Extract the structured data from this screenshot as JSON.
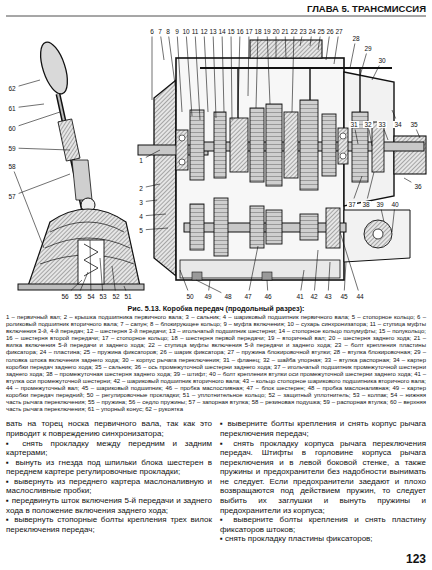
{
  "diagram": {
    "title": "ГЛАВА 5. ТРАНСМИССИЯ",
    "caption": "Рис. 5.13. Коробка передач (продольный разрез):",
    "labels": [
      "1",
      "2",
      "3",
      "4",
      "5",
      "6",
      "7",
      "8",
      "9",
      "10",
      "11",
      "12",
      "13",
      "14",
      "15",
      "16",
      "17",
      "18",
      "19",
      "20",
      "21",
      "22",
      "23",
      "24",
      "25",
      "26",
      "27",
      "28",
      "29",
      "30",
      "31",
      "32",
      "33",
      "34",
      "35",
      "36",
      "37",
      "38",
      "39",
      "40",
      "41",
      "42",
      "43",
      "44",
      "45",
      "46",
      "47",
      "48",
      "49",
      "50",
      "51",
      "52",
      "53",
      "54",
      "55",
      "56",
      "57",
      "58",
      "59",
      "60",
      "61",
      "62",
      "1 – первичный вал; 2 – крышка подшипника первичного вала; 3 – сальник; 4 – шариковый подшипник первичного вала; 5 – стопорное кольцо; 6 – роликовый подшипник вторичного вала; 7 – сапун; 8 – блокирующее кольцо; 9 – муфта включения; 10 – сухарь синхронизатора; 11 – ступица муфты включения 3-й, 4-й передач; 12 – шестерня 3-й передачи; 13 – игольчатый подшипник шестерни; 14 – стопорное кольцо полумуфты; 15 – полукольцо; 16 – шестерня второй передачи; 17 – стопорное кольцо; 18 – шестерня первой передачи; 19 – вторичный вал; 20 – шестерня заднего хода; 21 – вилка включения 5-й передачи и заднего хода; 22 – ступица муфты включения 5-й передачи и заднего хода; 23 – болт крепления пластины фиксатора; 24 – пластина; 25 – пружина фиксаторов; 26 – шарик фиксатора; 27 – пружина блокировочной втулки; 28 – втулка блокировочная; 29 – головка штока включения заднего хода; 30 – корпус рычага переключения; 31 – фланец; 32 – шайба упорная; 33 – втулка распорная; 34 – картер коробки передач заднего хода; 35 – сальник; 36 – ось промежуточной шестерни заднего хода; 37 – игольчатый подшипник промежуточной шестерни заднего хода; 38 – промежуточная шестерня заднего хода; 39 – штифт; 40 – болт крепления втулки оси промежуточной шестерни заднего хода; 41 – втулка оси промежуточной шестерни; 42 – шариковый подшипник вторичного вала; 43 – кольцо стопорное шарикового подшипника вторичного вала; 44 – промежуточный вал; 45 – шариковый подшипник; 46 – пробка маслосливная; 47 – блок шестерен; 48 – пробка маслоналивная; 49 – картер коробки передач передний; 50 – регулировочные прокладки; 51 – уплотнительное кольцо; 52 – защитный уплотнитель; 53 – колпак; 54 – нижняя часть рычага переключения; 55 – пружина; 56 – седло пружины; 57 – запорная втулка; 58 – резиновая подушка; 59 – распорная втулка; 60 – верхняя часть рычага переключения; 61 – упорный конус; 62 – рукоятка",
      "вать на торец носка первичного вала, так как это приводит к повреждению синхронизатора;",
      "▪ снять прокладку между передним и задним картерами;",
      "▪ вынуть из гнезда под шпильки блока шестерен в переднем картере регулировочные прокладки;",
      "▪ вывернуть из переднего картера маслоналивную и маслосливные пробки;",
      "▪ передвинуть шток включения 5-й передачи и заднего хода в положение включения заднего хода;",
      "▪ вывернуть стопорные болты крепления трех вилок переключения передач;",
      "▪ выверните болты крепления и снять корпус рычага переключения передач;",
      "▪ снять прокладку корпуса рычага переключения передач. Штифты в горловине корпуса рычага переключения и в левой боковой стенке, а также пружины и предохранители без надобности вынимать не следует. Если предохранители заедают и плохо возвращаются под действием пружин, то следует выбить их заглушки и вынуть пружины и предохранители из корпуса;",
      "▪ выверните болты крепления и снять пластину фиксаторов штоков;",
      "▪ снять прокладку пластины фиксаторов;",
      "123"
    ]
  }
}
